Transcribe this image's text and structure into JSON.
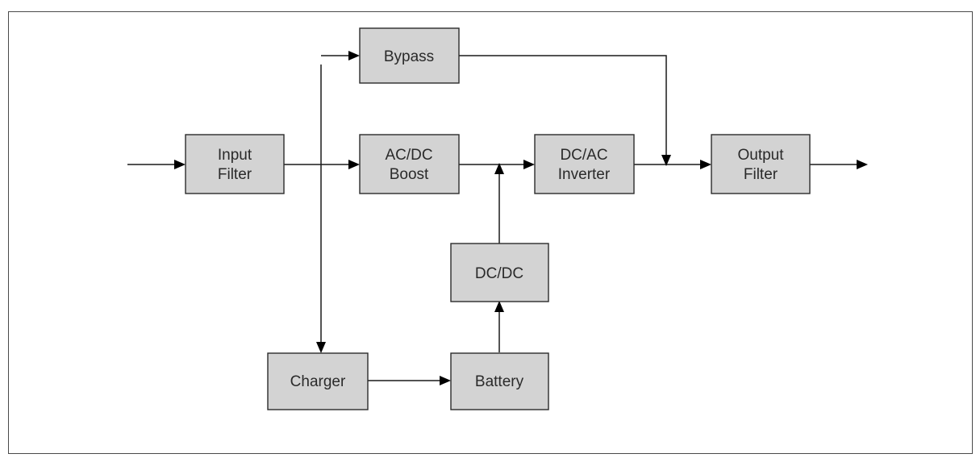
{
  "diagram": {
    "blocks": [
      {
        "id": "input-filter",
        "lines": [
          "Input",
          "Filter"
        ]
      },
      {
        "id": "bypass",
        "lines": [
          "Bypass"
        ]
      },
      {
        "id": "ac-dc-boost",
        "lines": [
          "AC/DC",
          "Boost"
        ]
      },
      {
        "id": "dc-ac-inverter",
        "lines": [
          "DC/AC",
          "Inverter"
        ]
      },
      {
        "id": "output-filter",
        "lines": [
          "Output",
          "Filter"
        ]
      },
      {
        "id": "dc-dc",
        "lines": [
          "DC/DC"
        ]
      },
      {
        "id": "charger",
        "lines": [
          "Charger"
        ]
      },
      {
        "id": "battery",
        "lines": [
          "Battery"
        ]
      }
    ],
    "colors": {
      "block_fill": "#d3d3d3",
      "block_border": "#2b2b2b",
      "line": "#1a1a1a",
      "frame": "#4a4a4a"
    }
  }
}
